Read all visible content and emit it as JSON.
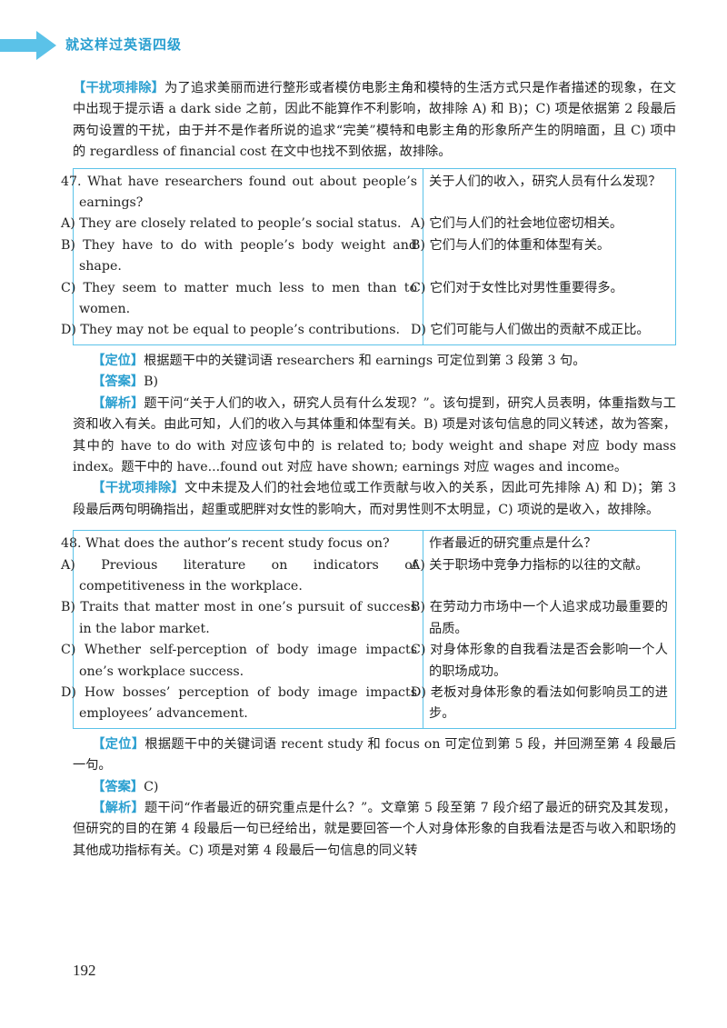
{
  "header": {
    "title": "就这样过英语四级"
  },
  "intro": {
    "tag": "【干扰项排除】",
    "text": "为了追求美丽而进行整形或者模仿电影主角和模特的生活方式只是作者描述的现象，在文中出现于提示语 a dark side 之前，因此不能算作不利影响，故排除 A) 和 B)；C) 项是依据第 2 段最后两句设置的干扰，由于并不是作者所说的追求“完美”模特和电影主角的形象所产生的阴暗面，且 C) 项中的 regardless of financial cost 在文中也找不到依据，故排除。"
  },
  "q47": {
    "rows": [
      {
        "en": "47. What have researchers found out about people’s earnings?",
        "cn": "关于人们的收入，研究人员有什么发现？"
      },
      {
        "en": "A) They are closely related to people’s social status.",
        "cn": "A) 它们与人们的社会地位密切相关。"
      },
      {
        "en": "B) They have to do with people’s body weight and shape.",
        "cn": "B) 它们与人们的体重和体型有关。"
      },
      {
        "en": "C) They seem to matter much less to men than to women.",
        "cn": "C) 它们对于女性比对男性重要得多。"
      },
      {
        "en": "D) They may not be equal to people’s contributions.",
        "cn": "D) 它们可能与人们做出的贡献不成正比。"
      }
    ],
    "locate_tag": "【定位】",
    "locate": "根据题干中的关键词语 researchers 和 earnings 可定位到第 3 段第 3 句。",
    "answer_tag": "【答案】",
    "answer": "B)",
    "explain_tag": "【解析】",
    "explain": "题干问“关于人们的收入，研究人员有什么发现？”。该句提到，研究人员表明，体重指数与工资和收入有关。由此可知，人们的收入与其体重和体型有关。B) 项是对该句信息的同义转述，故为答案，其中的 have to do with 对应该句中的 is related to; body weight and shape 对应 body mass index。题干中的 have...found out 对应 have shown; earnings 对应 wages and income。",
    "exclude_tag": "【干扰项排除】",
    "exclude": "文中未提及人们的社会地位或工作贡献与收入的关系，因此可先排除 A) 和 D)；第 3 段最后两句明确指出，超重或肥胖对女性的影响大，而对男性则不太明显，C) 项说的是收入，故排除。"
  },
  "q48": {
    "rows": [
      {
        "en": "48. What does the author’s recent study focus on?",
        "cn": "作者最近的研究重点是什么？"
      },
      {
        "en": "A) Previous literature on indicators of competitiveness in the workplace.",
        "cn": "A) 关于职场中竞争力指标的以往的文献。"
      },
      {
        "en": "B) Traits that matter most in one’s pursuit of success in the labor market.",
        "cn": "B) 在劳动力市场中一个人追求成功最重要的品质。"
      },
      {
        "en": "C) Whether self-perception of body image impacts one’s workplace success.",
        "cn": "C) 对身体形象的自我看法是否会影响一个人的职场成功。"
      },
      {
        "en": "D) How bosses’ perception of body image impacts employees’ advancement.",
        "cn": "D) 老板对身体形象的看法如何影响员工的进步。"
      }
    ],
    "locate_tag": "【定位】",
    "locate": "根据题干中的关键词语 recent study 和 focus on 可定位到第 5 段，并回溯至第 4 段最后一句。",
    "answer_tag": "【答案】",
    "answer": "C)",
    "explain_tag": "【解析】",
    "explain": "题干问“作者最近的研究重点是什么？”。文章第 5 段至第 7 段介绍了最近的研究及其发现，但研究的目的在第 4 段最后一句已经给出，就是要回答一个人对身体形象的自我看法是否与收入和职场的其他成功指标有关。C) 项是对第 4 段最后一句信息的同义转"
  },
  "page_number": "192",
  "colors": {
    "accent": "#5bc2e8",
    "tag": "#2a9fd0"
  }
}
